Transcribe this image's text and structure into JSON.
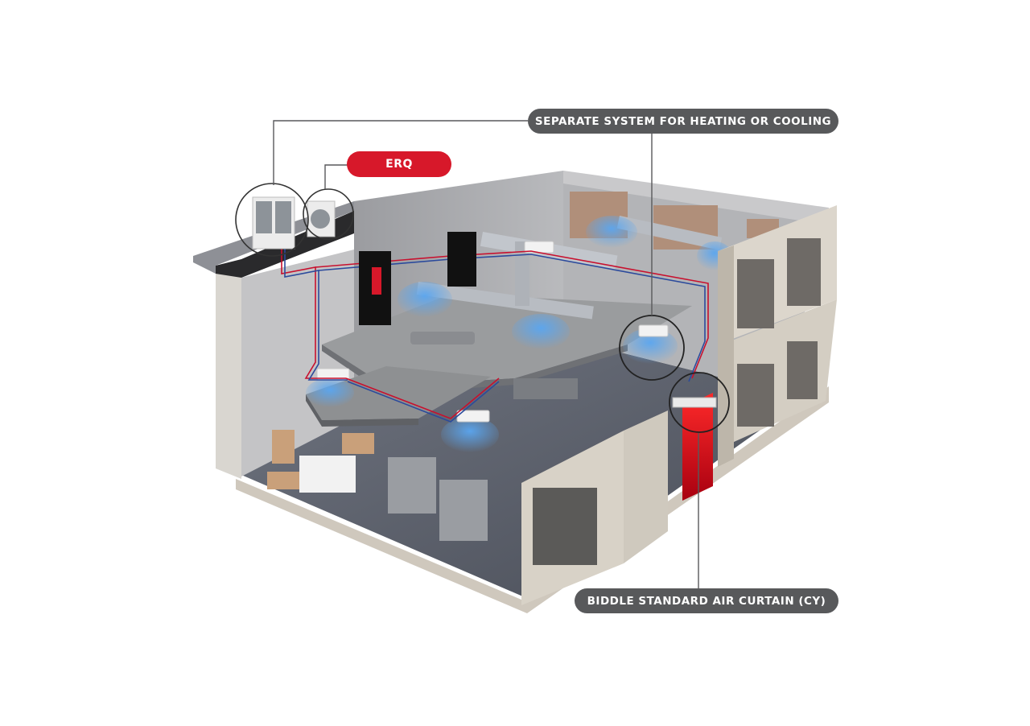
{
  "labels": {
    "separate_system": "SEPARATE SYSTEM FOR HEATING OR COOLING",
    "erq": "ERQ",
    "air_curtain": "BIDDLE STANDARD AIR CURTAIN (CY)"
  },
  "colors": {
    "label_dark": "#58595b",
    "label_red": "#d7182a",
    "leader_line": "#58595b",
    "pipe_red": "#c8102e",
    "pipe_blue": "#2b4a9c",
    "air_glow": "#5aa6f0",
    "air_curtain_glow": "#e0101a"
  },
  "icons": {
    "outdoor_unit_large": "vrv-outdoor-unit-icon",
    "outdoor_unit_small": "erq-outdoor-unit-icon",
    "ceiling_cassette": "ceiling-cassette-icon",
    "air_curtain": "air-curtain-icon"
  }
}
